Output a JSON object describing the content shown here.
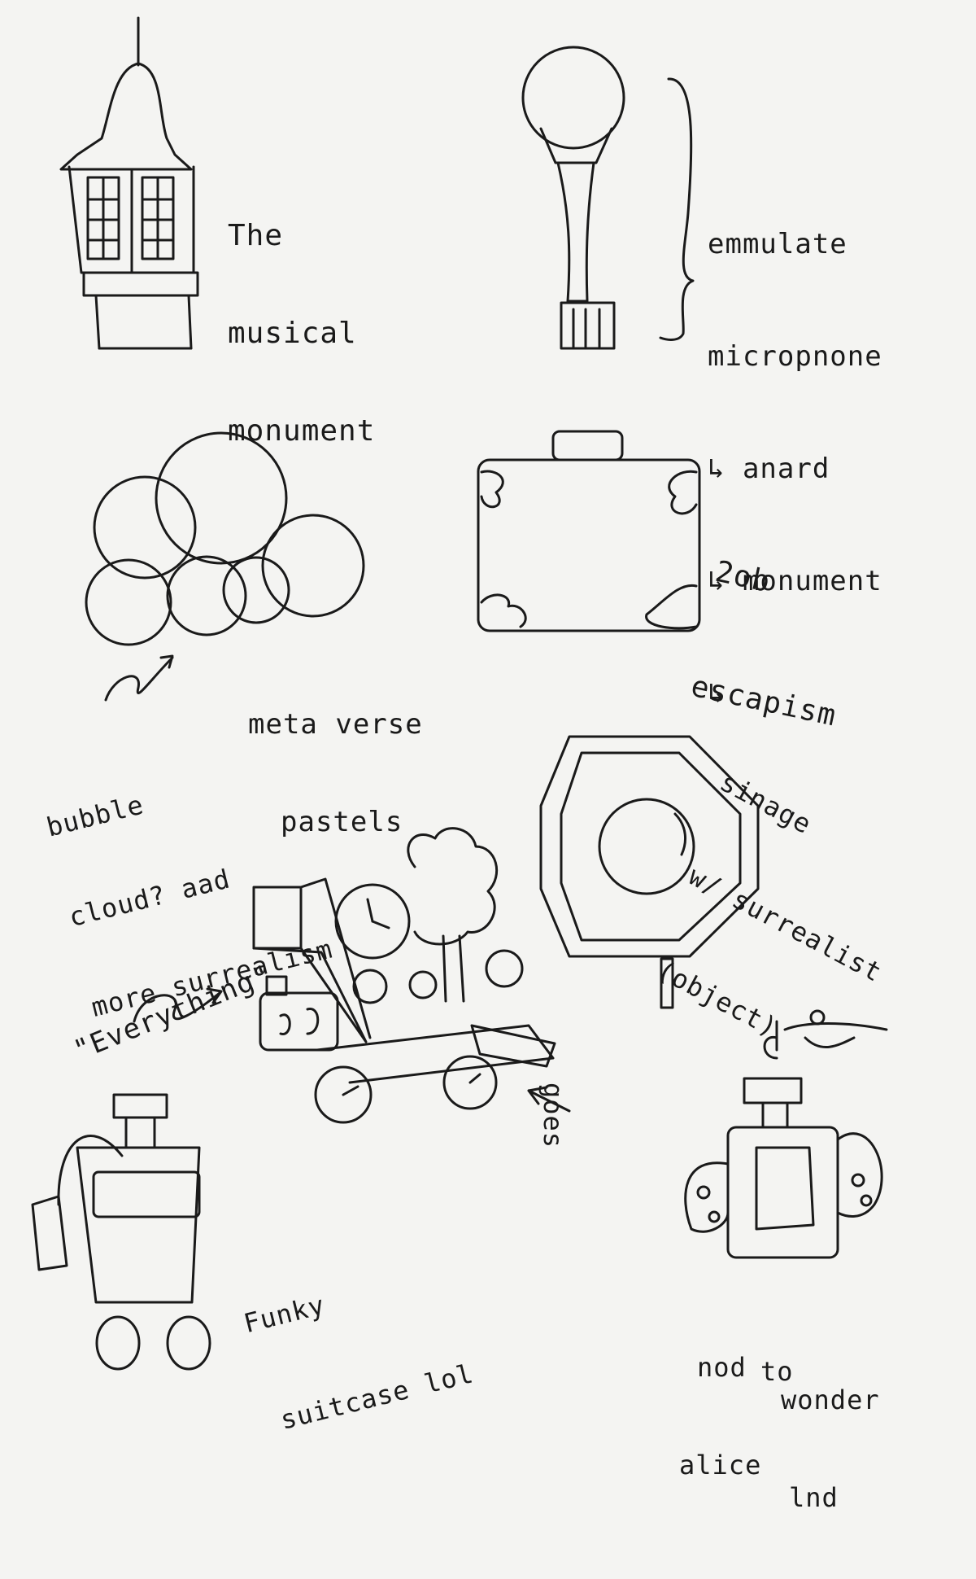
{
  "page": {
    "background": "#f4f4f2",
    "ink": "#1a1a1a"
  },
  "sketches": [
    {
      "name": "clock-tower-icon",
      "caption": [
        "The",
        "musical",
        "monument"
      ]
    },
    {
      "name": "microphone-trophy-icon",
      "caption": [
        "emmulate",
        "micropnone",
        "↳ anard",
        "↳ monument",
        "↳"
      ]
    },
    {
      "name": "bubble-cloud-icon",
      "caption": [
        "meta verse",
        "pastels"
      ]
    },
    {
      "name": "bubble-cloud-note",
      "caption": [
        "bubble",
        "cloud? aad",
        "more surrealism"
      ]
    },
    {
      "name": "suitcase-icon",
      "caption": [
        "2ob",
        "escapism"
      ]
    },
    {
      "name": "sign-icon",
      "caption": [
        "sinage",
        "w/ surrealist",
        "(object)"
      ]
    },
    {
      "name": "everything-cart-icon",
      "caption": [
        "\"Everything\""
      ],
      "side_note": "goes"
    },
    {
      "name": "funky-suitcase-icon",
      "caption": [
        "Funky",
        "suitcase lol"
      ]
    },
    {
      "name": "alice-suitcase-icon",
      "caption": [
        "nod",
        "alice",
        "wonder",
        "lnd"
      ],
      "joiner": "to"
    }
  ]
}
